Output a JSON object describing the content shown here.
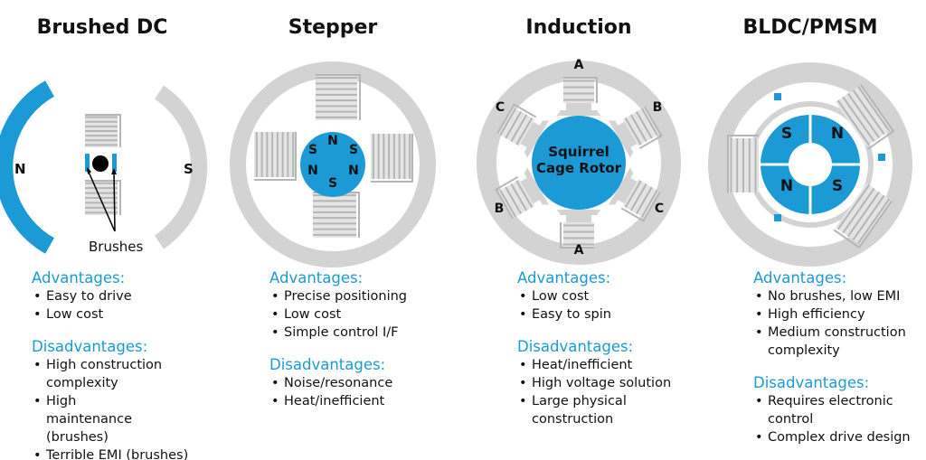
{
  "colors": {
    "accent": "#1b9ad6",
    "steel": "#d3d3d3",
    "coil": "#bdbdbd"
  },
  "motors": [
    {
      "title": "Brushed DC",
      "labels": {
        "north": "N",
        "south": "S",
        "brushes": "Brushes"
      },
      "advantages_label": "Advantages:",
      "advantages": [
        "Easy to drive",
        "Low cost"
      ],
      "disadvantages_label": "Disadvantages:",
      "disadvantages": [
        "High construction complexity",
        "High maintenance (brushes)",
        "Terrible EMI (brushes)"
      ]
    },
    {
      "title": "Stepper",
      "labels": {
        "poles": [
          "N",
          "S",
          "N",
          "S",
          "N",
          "S"
        ]
      },
      "advantages_label": "Advantages:",
      "advantages": [
        "Precise positioning",
        "Low cost",
        "Simple control I/F"
      ],
      "disadvantages_label": "Disadvantages:",
      "disadvantages": [
        "Noise/resonance",
        "Heat/inefficient"
      ]
    },
    {
      "title": "Induction",
      "labels": {
        "rotor_line1": "Squirrel",
        "rotor_line2": "Cage Rotor",
        "phases": [
          "A",
          "B",
          "C",
          "A",
          "B",
          "C"
        ]
      },
      "advantages_label": "Advantages:",
      "advantages": [
        "Low cost",
        "Easy to spin"
      ],
      "disadvantages_label": "Disadvantages:",
      "disadvantages": [
        "Heat/inefficient",
        "High voltage solution",
        "Large physical construction"
      ]
    },
    {
      "title": "BLDC/PMSM",
      "labels": {
        "poles": [
          "S",
          "N",
          "N",
          "S"
        ]
      },
      "advantages_label": "Advantages:",
      "advantages": [
        "No brushes, low EMI",
        "High efficiency",
        "Medium construction complexity"
      ],
      "disadvantages_label": "Disadvantages:",
      "disadvantages": [
        "Requires electronic control",
        "Complex drive design"
      ]
    }
  ]
}
